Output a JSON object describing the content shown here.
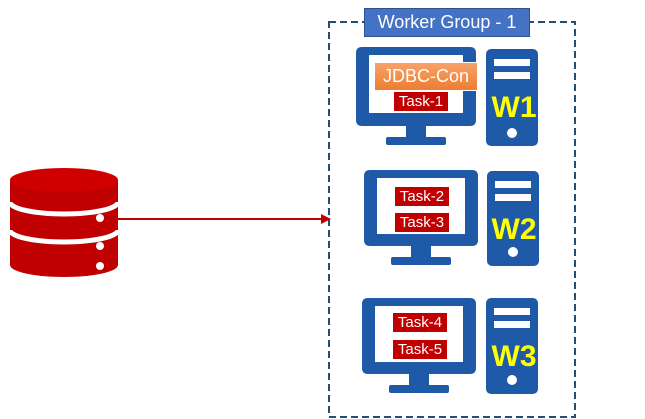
{
  "colors": {
    "group_border": "#1f4e79",
    "label_fill": "#4472c4",
    "monitor": "#1e5aa8",
    "database": "#c00000",
    "task_fill": "#c00000",
    "connector_fill": "#ed7d31",
    "arrow": "#c00000",
    "worker_text": "#ffff00"
  },
  "icons": {
    "database": "database-icon",
    "monitor": "monitor-icon",
    "server": "server-tower-icon"
  },
  "group": {
    "label": "Worker Group - 1"
  },
  "connector": {
    "label": "JDBC-Con"
  },
  "workers": [
    {
      "label": "W1",
      "tasks": [
        "Task-1"
      ]
    },
    {
      "label": "W2",
      "tasks": [
        "Task-2",
        "Task-3"
      ]
    },
    {
      "label": "W3",
      "tasks": [
        "Task-4",
        "Task-5"
      ]
    }
  ]
}
